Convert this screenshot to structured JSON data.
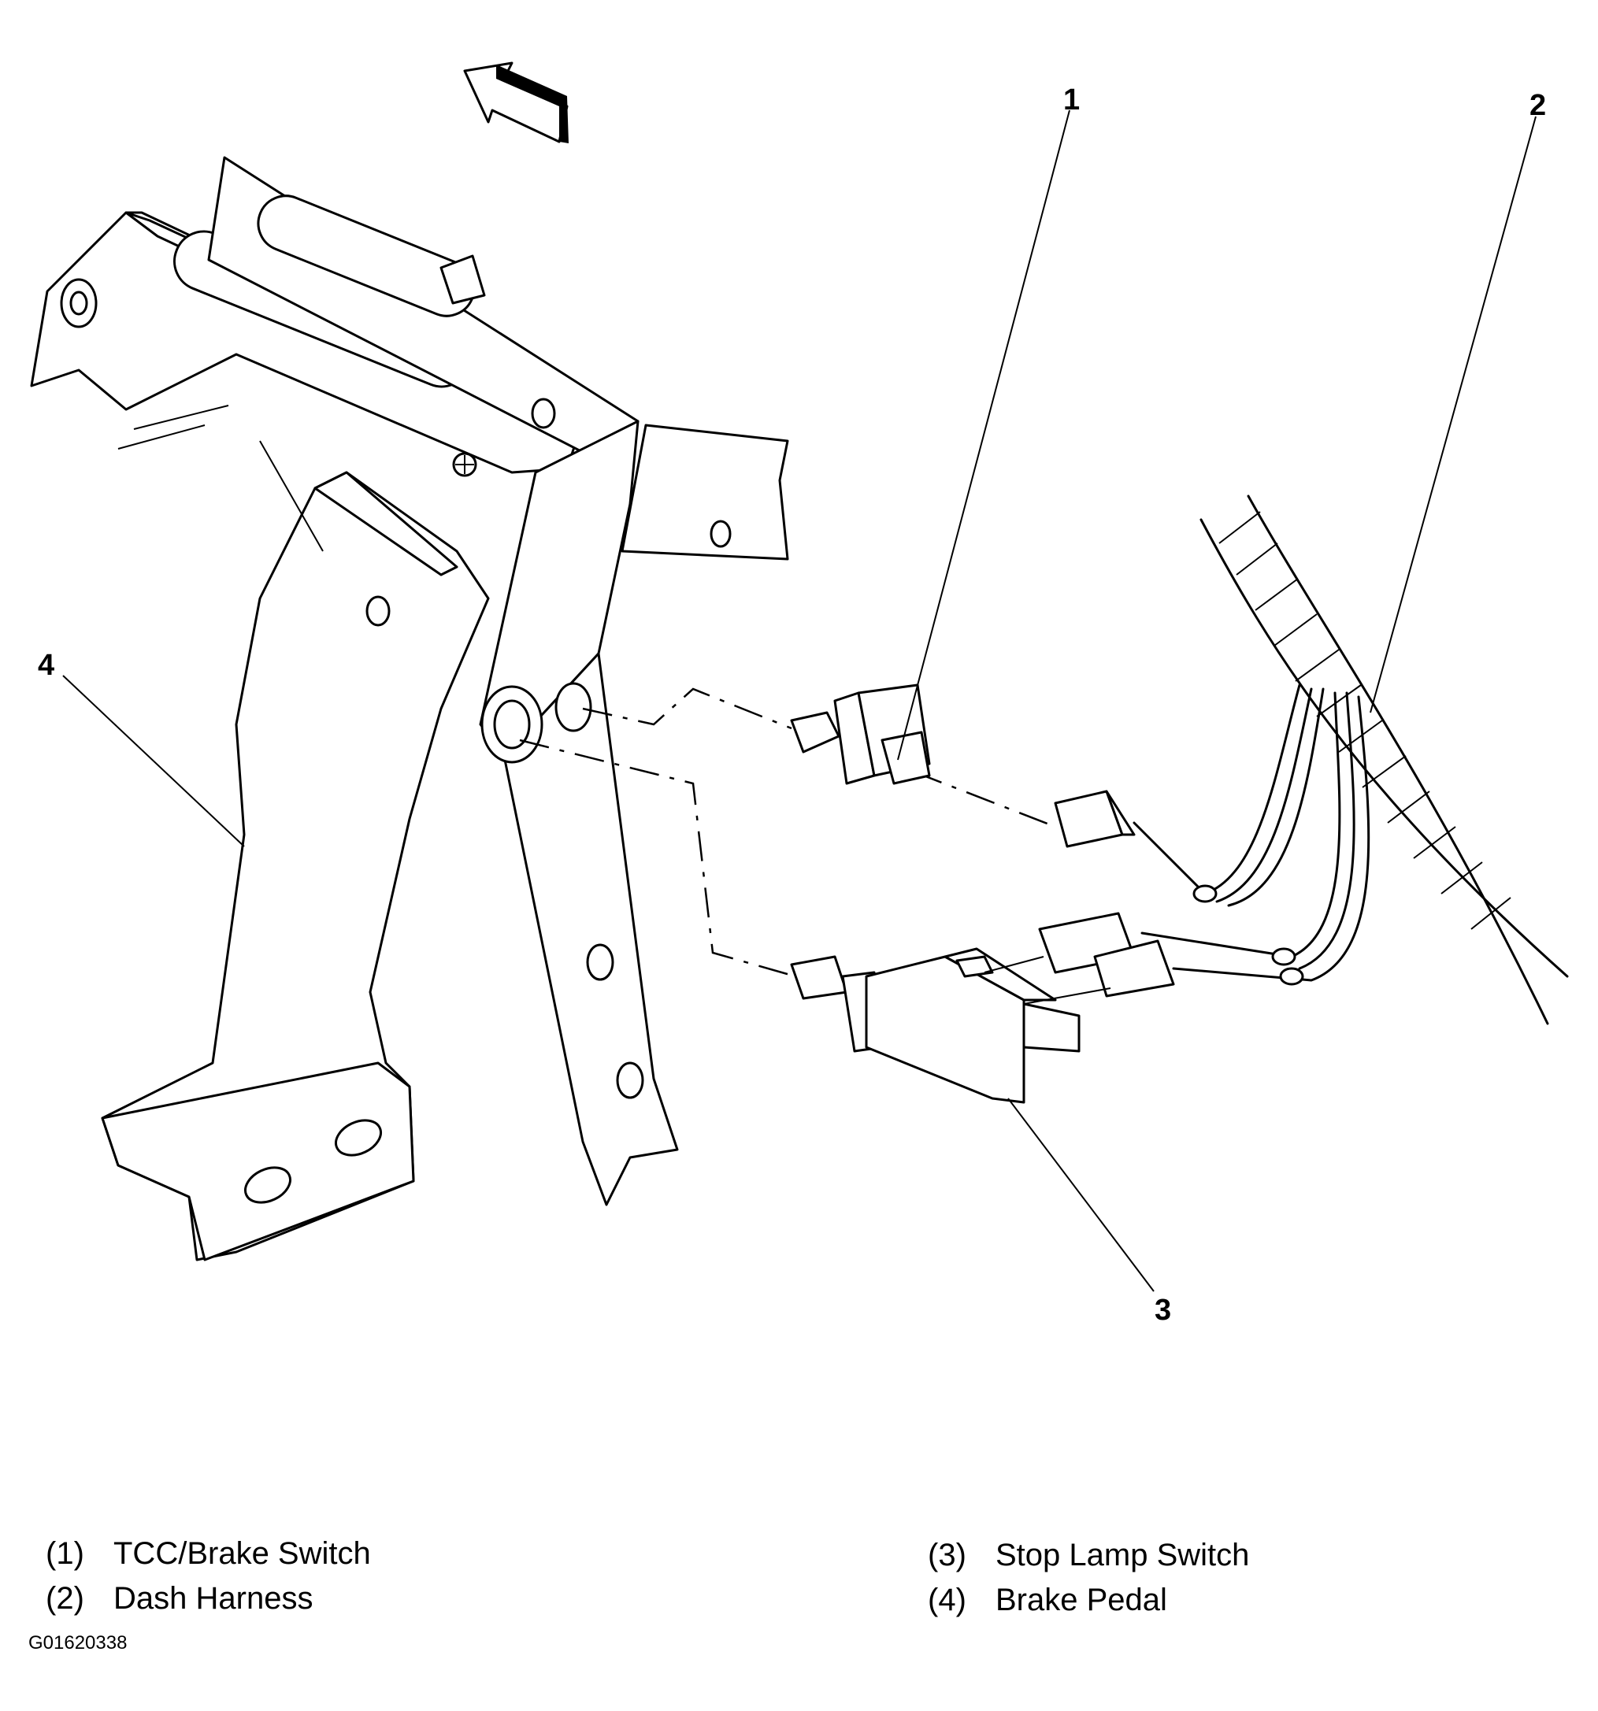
{
  "callouts": [
    "1",
    "2",
    "3",
    "4"
  ],
  "legend": {
    "left": [
      {
        "num": "(1)",
        "label": "TCC/Brake Switch"
      },
      {
        "num": "(2)",
        "label": "Dash Harness"
      }
    ],
    "right": [
      {
        "num": "(3)",
        "label": "Stop Lamp Switch"
      },
      {
        "num": "(4)",
        "label": "Brake Pedal"
      }
    ]
  },
  "figure_code": "G01620338",
  "icons": [
    "direction-arrow-icon"
  ]
}
